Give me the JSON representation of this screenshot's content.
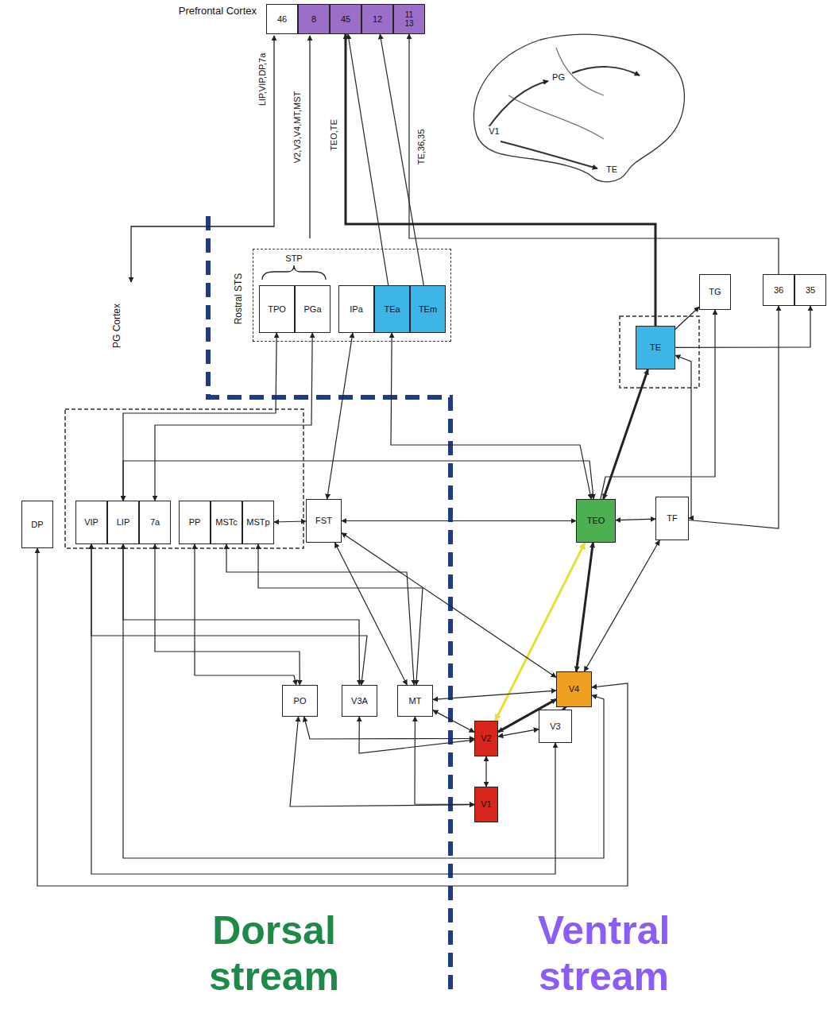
{
  "diagram": {
    "nodes": [
      {
        "text": [
          "Prefrontal Cortex"
        ]
      },
      {
        "text": [
          "46"
        ],
        "in": 0
      },
      {
        "text": [
          "8"
        ],
        "in": 0
      },
      {
        "text": [
          "45"
        ],
        "in": 0
      },
      {
        "text": [
          "12"
        ],
        "in": 0
      },
      {
        "text": [
          "11 13"
        ],
        "in": 0
      },
      {
        "text": [
          "Rostral STS"
        ]
      },
      {
        "text": [
          "TPO"
        ],
        "in": 6
      },
      {
        "text": [
          "PGa"
        ],
        "in": 6
      },
      {
        "text": [
          "IPa"
        ],
        "in": 6
      },
      {
        "text": [
          "TEa"
        ],
        "in": 6
      },
      {
        "text": [
          "TEm"
        ],
        "in": 6
      },
      {
        "text": [
          "TG"
        ]
      },
      {
        "text": [
          "36"
        ]
      },
      {
        "text": [
          "35"
        ]
      },
      {
        "text": [
          "TE"
        ]
      },
      {
        "text": [
          "DP"
        ]
      },
      {
        "text": [
          "VIP"
        ]
      },
      {
        "text": [
          "LIP"
        ]
      },
      {
        "text": [
          "7a"
        ]
      },
      {
        "text": [
          "PP"
        ]
      },
      {
        "text": [
          "MSTc"
        ]
      },
      {
        "text": [
          "MSTp"
        ]
      },
      {
        "text": [
          "FST"
        ]
      },
      {
        "text": [
          "TEO"
        ]
      },
      {
        "text": [
          "TF"
        ]
      },
      {
        "text": [
          "PO"
        ]
      },
      {
        "text": [
          "V3A"
        ]
      },
      {
        "text": [
          "MT"
        ]
      },
      {
        "text": [
          "V4"
        ]
      },
      {
        "text": [
          "V3"
        ]
      },
      {
        "text": [
          "V2"
        ]
      },
      {
        "text": [
          "V1"
        ]
      }
    ],
    "edges": [
      {
        "from": 32,
        "to": 31,
        "arrow": "both"
      },
      {
        "from": 31,
        "to": 30,
        "arrow": "both"
      },
      {
        "from": 31,
        "to": 29,
        "arrow": "both"
      },
      {
        "from": 30,
        "to": 29,
        "arrow": "both"
      },
      {
        "from": 29,
        "to": 24,
        "arrow": "both"
      },
      {
        "from": 24,
        "to": 15,
        "arrow": "both"
      },
      {
        "from": 31,
        "to": 24,
        "arrow": "both"
      },
      {
        "from": 31,
        "to": 28,
        "arrow": "both"
      },
      {
        "from": 32,
        "to": 28,
        "arrow": "both"
      },
      {
        "from": 29,
        "to": 28,
        "arrow": "both"
      },
      {
        "from": 28,
        "to": 23,
        "arrow": "both"
      },
      {
        "from": 29,
        "to": 23,
        "arrow": "both"
      },
      {
        "from": 24,
        "to": 23,
        "arrow": "both"
      },
      {
        "from": 24,
        "to": 25,
        "arrow": "both"
      },
      {
        "from": 29,
        "to": 25,
        "arrow": "both"
      },
      {
        "from": 25,
        "to": 15,
        "arrow": "both"
      },
      {
        "from": 15,
        "to": 12,
        "arrow": "to"
      },
      {
        "from": 25,
        "to": 13,
        "arrow": "to"
      },
      {
        "from": 15,
        "to": 14,
        "arrow": "to"
      },
      {
        "from": 23,
        "to": 22,
        "arrow": "both"
      },
      {
        "from": 23,
        "to": 9,
        "arrow": "both"
      },
      {
        "from": 28,
        "to": 21,
        "arrow": "both"
      },
      {
        "from": 28,
        "to": 22,
        "arrow": "both"
      },
      {
        "from": 27,
        "to": 18,
        "arrow": "both"
      },
      {
        "from": 27,
        "to": 17,
        "arrow": "both"
      },
      {
        "from": 26,
        "to": 19,
        "arrow": "both"
      },
      {
        "from": 26,
        "to": 31,
        "arrow": "both"
      },
      {
        "from": 27,
        "to": 31,
        "arrow": "both"
      },
      {
        "from": 32,
        "to": 26,
        "arrow": "both"
      },
      {
        "from": 29,
        "to": 18,
        "arrow": "both"
      },
      {
        "from": 30,
        "to": 17,
        "arrow": "both"
      },
      {
        "from": 16,
        "to": 29,
        "arrow": "both"
      },
      {
        "from": 20,
        "to": 26,
        "arrow": "both"
      },
      {
        "from": 24,
        "to": 18,
        "arrow": "both"
      },
      {
        "from": 10,
        "to": 24,
        "arrow": "both"
      },
      {
        "from": 18,
        "to": 7,
        "arrow": "both"
      },
      {
        "from": 19,
        "to": 8,
        "arrow": "both"
      },
      {
        "from": 24,
        "to": 12,
        "arrow": "to"
      },
      {
        "from": 15,
        "to": 3,
        "arrow": "to"
      },
      {
        "from": 13,
        "to": 5,
        "arrow": "to"
      },
      {
        "from": 10,
        "to": 3,
        "arrow": "to"
      },
      {
        "from": 11,
        "to": 4,
        "arrow": "to"
      }
    ],
    "labels": [
      "STP",
      "PG Cortex",
      "LIP,VIP,DP,7a",
      "V2,V3,V4,MT,MST",
      "TEO,TE",
      "TE,36,35",
      "V1",
      "PG",
      "TE",
      "Dorsal stream",
      "Ventral stream"
    ]
  }
}
